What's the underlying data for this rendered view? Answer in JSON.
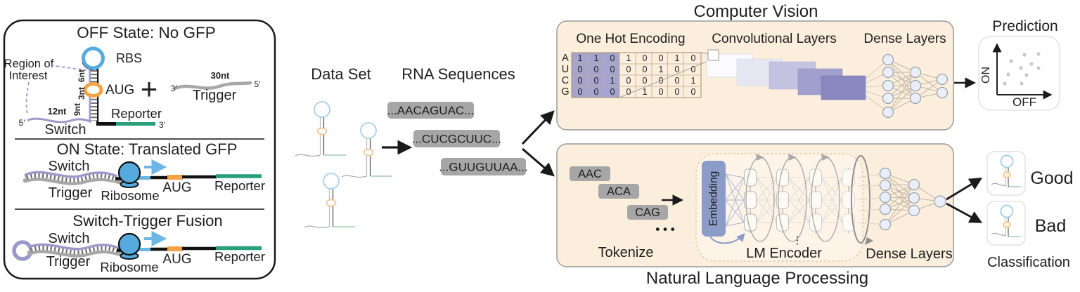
{
  "colors": {
    "switch_purple": "#9b99cb",
    "trigger_gray": "#a7a7a7",
    "rbs_blue": "#56aadd",
    "aug_orange": "#f2a444",
    "reporter_green": "#27a07b",
    "panel_cream": "#fbeedd",
    "matrix_purple": "#a5a4ce",
    "pill_gray": "#a6a6a6",
    "embedding_blue": "#8b9cc8",
    "good_blue": "#5a76ba",
    "bad_orange": "#f6a55e"
  },
  "left_panel": {
    "off_title": "OFF State: No GFP",
    "on_title": "ON State: Translated GFP",
    "fusion_title": "Switch-Trigger Fusion",
    "region_of_interest_1": "Region of",
    "region_of_interest_2": "Interest",
    "rbs_label": "RBS",
    "aug_label": "AUG",
    "reporter_label": "Reporter",
    "switch_label": "Switch",
    "trigger_label": "Trigger",
    "ribosome_label": "Ribosome",
    "plus_sign": "+",
    "len_6nt": "6nt",
    "len_3nt": "3nt",
    "len_9nt": "9nt",
    "len_12nt": "12nt",
    "len_30nt": "30nt",
    "five_prime": "5′",
    "three_prime": "3′"
  },
  "pipeline": {
    "dataset_title": "Data Set",
    "sequences_title": "RNA Sequences",
    "sequences": [
      "...AACAGUAC...",
      "...CUCGCUUC...",
      "...GUUGUUAA..."
    ]
  },
  "cv": {
    "title": "Computer Vision",
    "one_hot_title": "One Hot Encoding",
    "conv_title": "Convolutional Layers",
    "dense_title": "Dense Layers",
    "nucleotides": [
      "A",
      "U",
      "C",
      "G"
    ],
    "matrix": [
      [
        1,
        1,
        0,
        1,
        0,
        0,
        1,
        0
      ],
      [
        0,
        0,
        0,
        0,
        0,
        1,
        0,
        0
      ],
      [
        0,
        0,
        1,
        0,
        0,
        0,
        0,
        1
      ],
      [
        0,
        0,
        0,
        0,
        1,
        0,
        0,
        0
      ]
    ]
  },
  "prediction": {
    "title": "Prediction",
    "y_axis": "ON",
    "x_axis": "OFF"
  },
  "nlp": {
    "title": "Natural Language Processing",
    "tokens": [
      "AAC",
      "ACA",
      "CAG"
    ],
    "ellipsis": "• • •",
    "tokenize_label": "Tokenize",
    "embedding_label": "Embedding",
    "encoder_label": "LM Encoder",
    "dense_title": "Dense Layers",
    "vdots": "⋮"
  },
  "classification": {
    "title": "Classification",
    "good_label": "Good",
    "bad_label": "Bad"
  }
}
